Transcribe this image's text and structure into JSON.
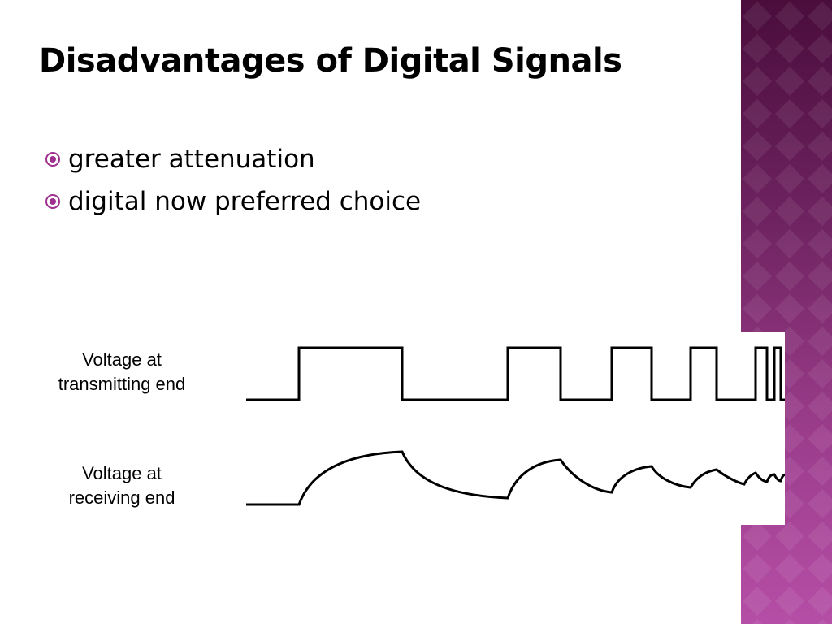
{
  "slide": {
    "title": "Disadvantages of Digital Signals",
    "bullets": [
      "greater attenuation",
      "digital now preferred choice"
    ]
  },
  "diagram": {
    "transmit_label": [
      "Voltage at",
      "transmitting end"
    ],
    "receive_label": [
      "Voltage at",
      "receiving end"
    ]
  },
  "colors": {
    "accent": "#a0308f",
    "panel_dark": "#4a0d3c",
    "panel_light": "#b54ea6",
    "text": "#000000"
  },
  "icons": {
    "bullet": "circled-dot-icon"
  }
}
